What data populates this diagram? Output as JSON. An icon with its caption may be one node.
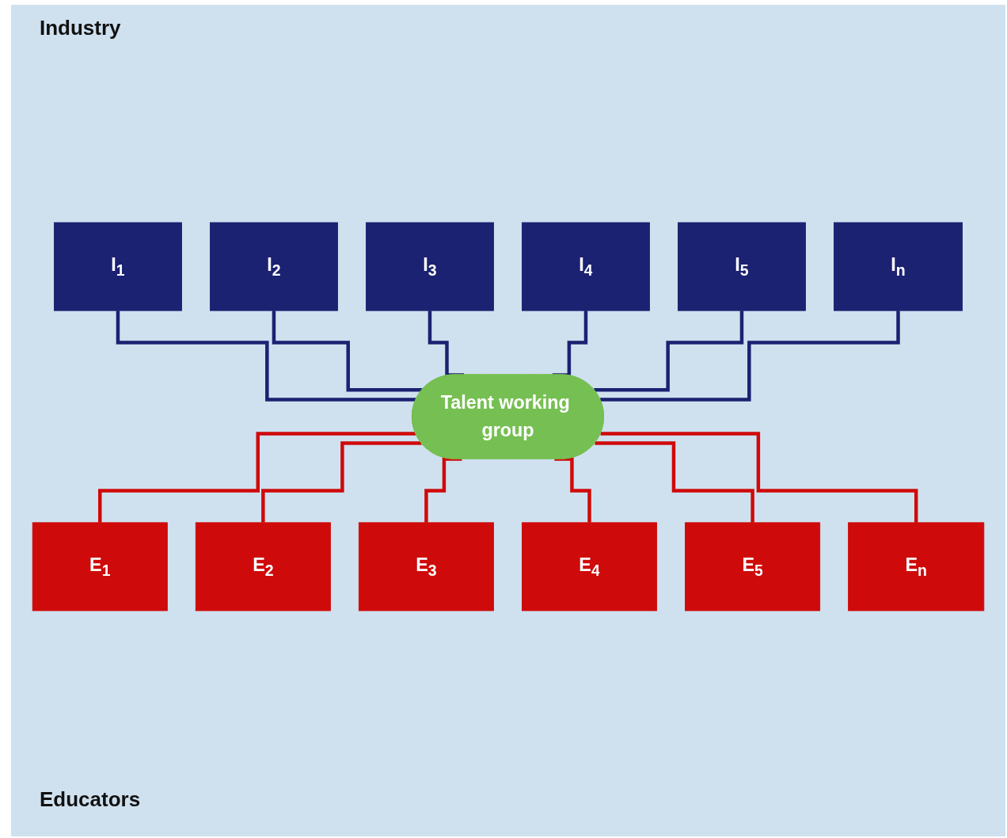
{
  "diagram": {
    "nodes": [
      {
        "text": [
          "I$_{1}$"
        ]
      },
      {
        "text": [
          "I$_{2}$"
        ]
      },
      {
        "text": [
          "I$_{3}$"
        ]
      },
      {
        "text": [
          "I$_{4}$"
        ]
      },
      {
        "text": [
          "I$_{5}$"
        ]
      },
      {
        "text": [
          "I$_{n}$"
        ]
      },
      {
        "text": [
          "Talent working group"
        ]
      },
      {
        "text": [
          "E$_{1}$"
        ]
      },
      {
        "text": [
          "E$_{2}$"
        ]
      },
      {
        "text": [
          "E$_{3}$"
        ]
      },
      {
        "text": [
          "E$_{4}$"
        ]
      },
      {
        "text": [
          "E$_{5}$"
        ]
      },
      {
        "text": [
          "E$_{n}$"
        ]
      }
    ],
    "edges": [
      {
        "from": 0,
        "to": 6,
        "arrow": "none",
        "color": "#1b2272"
      },
      {
        "from": 1,
        "to": 6,
        "arrow": "none",
        "color": "#1b2272"
      },
      {
        "from": 2,
        "to": 6,
        "arrow": "none",
        "color": "#1b2272"
      },
      {
        "from": 3,
        "to": 6,
        "arrow": "none",
        "color": "#1b2272"
      },
      {
        "from": 4,
        "to": 6,
        "arrow": "none",
        "color": "#1b2272"
      },
      {
        "from": 5,
        "to": 6,
        "arrow": "none",
        "color": "#1b2272"
      },
      {
        "from": 6,
        "to": 7,
        "arrow": "none",
        "color": "#cf0a0a"
      },
      {
        "from": 6,
        "to": 8,
        "arrow": "none",
        "color": "#cf0a0a"
      },
      {
        "from": 6,
        "to": 9,
        "arrow": "none",
        "color": "#cf0a0a"
      },
      {
        "from": 6,
        "to": 10,
        "arrow": "none",
        "color": "#cf0a0a"
      },
      {
        "from": 6,
        "to": 11,
        "arrow": "none",
        "color": "#cf0a0a"
      },
      {
        "from": 6,
        "to": 12,
        "arrow": "none",
        "color": "#cf0a0a"
      }
    ],
    "labels": [
      "Industry",
      "Educators"
    ]
  }
}
